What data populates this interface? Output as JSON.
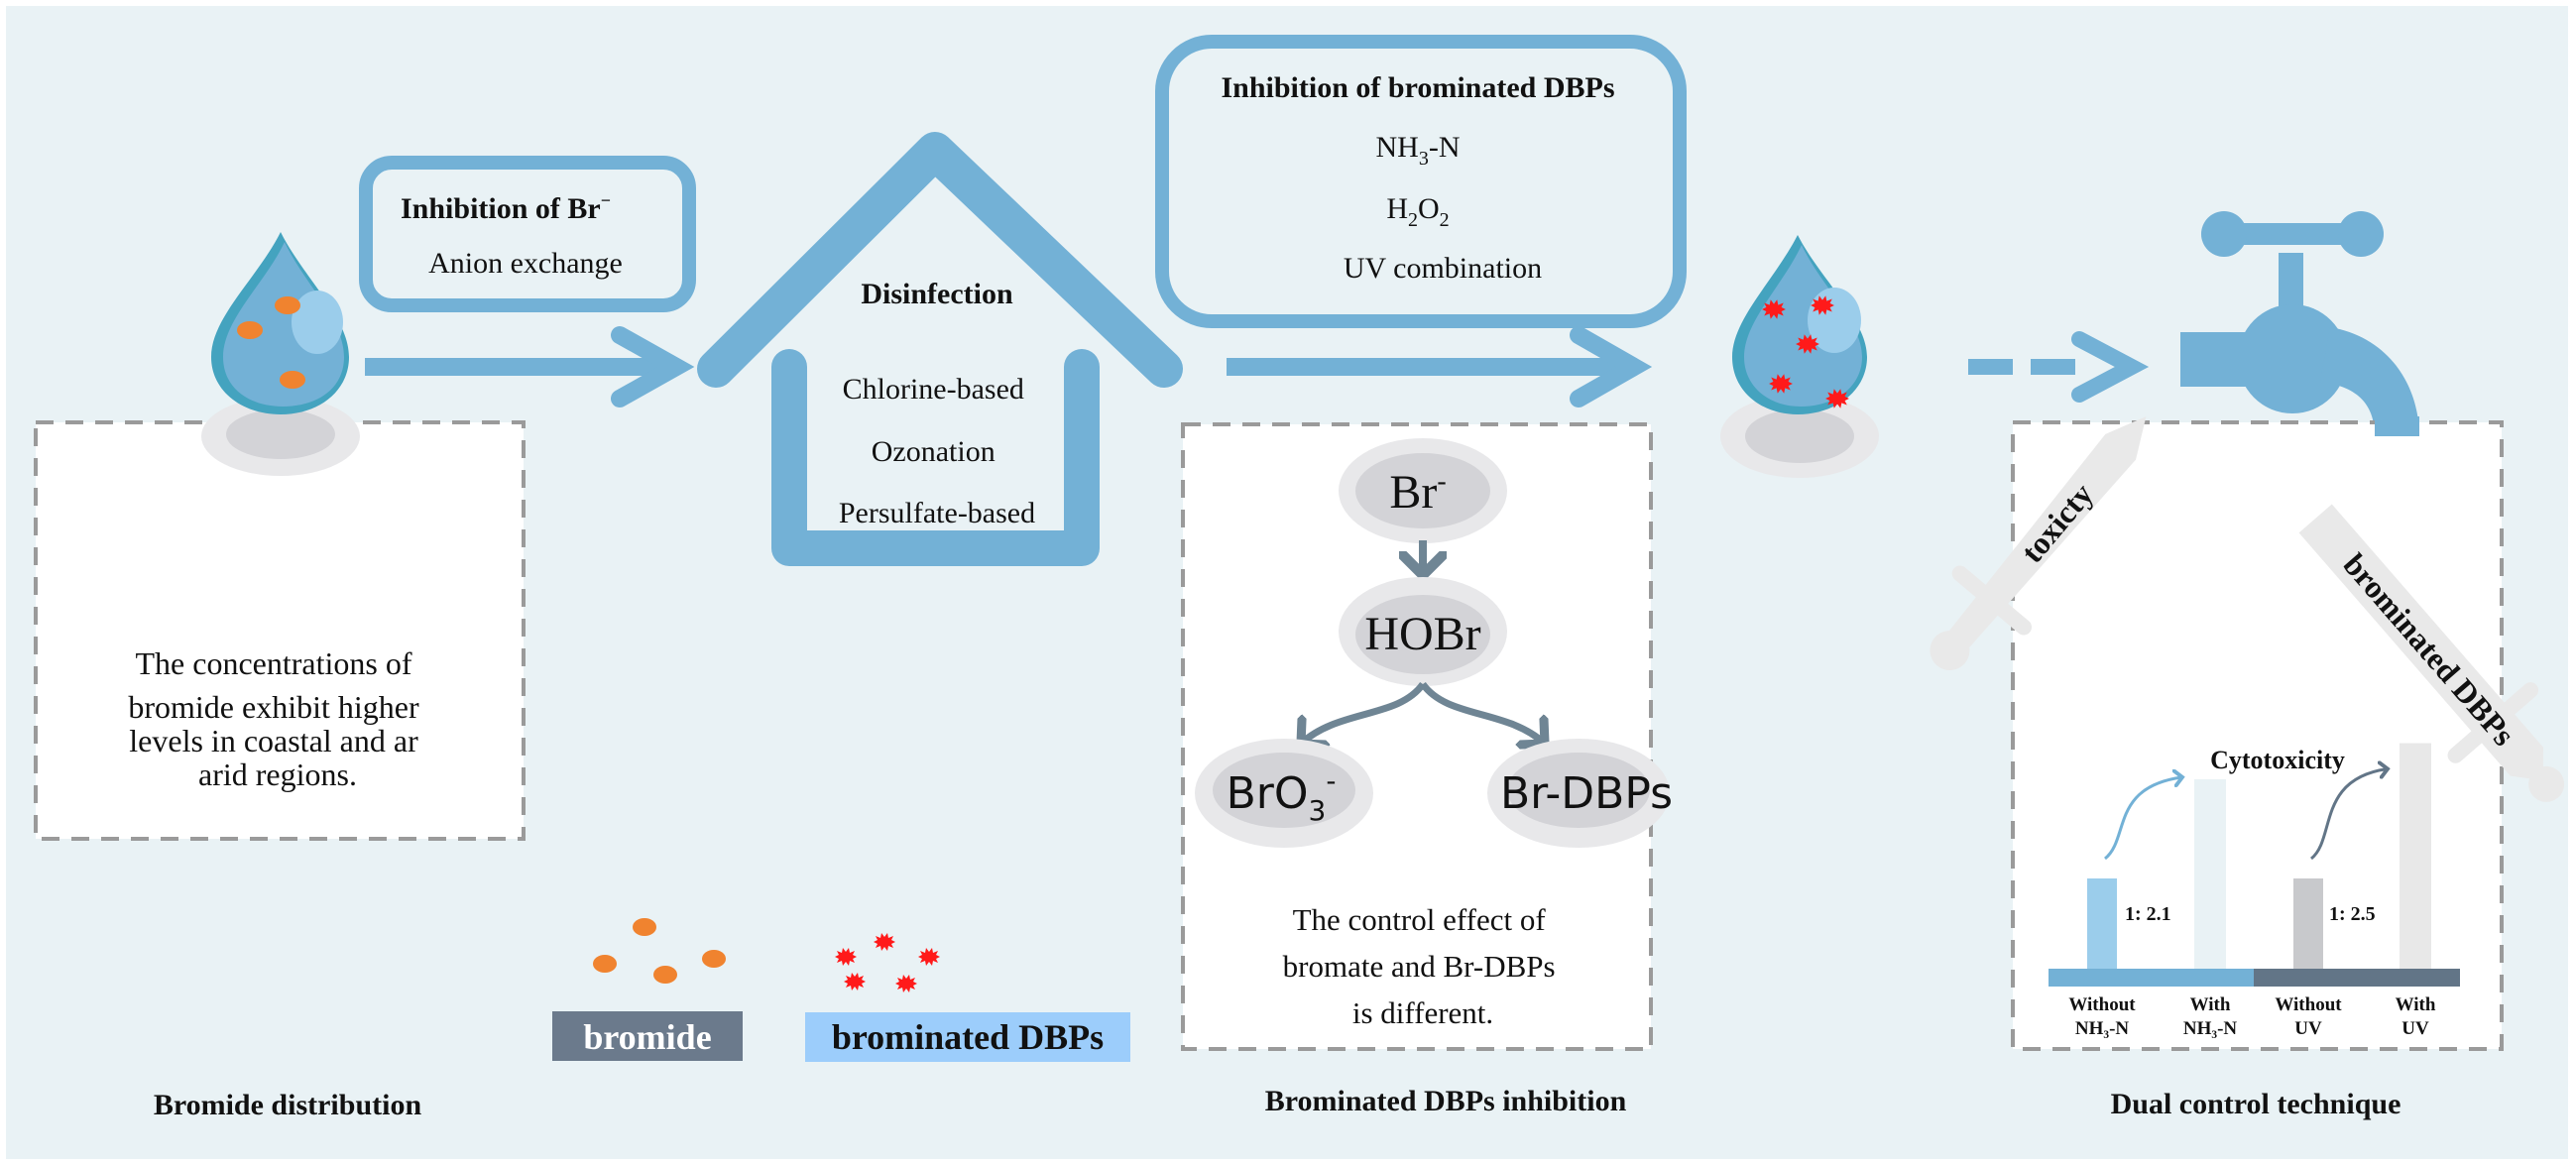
{
  "colors": {
    "background": "#e9f2f5",
    "accent_blue": "#73b1d6",
    "drop_dark": "#44a3bf",
    "drop_highlight": "#9bcdeb",
    "bromide_dot": "#f0832f",
    "dbp_mark": "#ff1a1a",
    "panel_border": "#9a9a9a",
    "chem_ellipse_outer": "#e8e8ea",
    "chem_ellipse_inner": "#d3d3d7",
    "chem_arrow": "#6f8594",
    "sword": "#e9e9e9",
    "bromide_label_bg": "#6b7a8c",
    "dbp_label_bg": "#9ccdfb"
  },
  "stage1": {
    "box_title": "Inhibition of Br",
    "box_title_sup": "−",
    "box_text": "Anion exchange",
    "panel_lines": [
      "The concentrations of",
      "bromide exhibit higher",
      "levels in coastal and ar",
      "arid regions."
    ],
    "caption": "Bromide distribution"
  },
  "stage2": {
    "title": "Disinfection",
    "methods": [
      "Chlorine-based",
      "Ozonation",
      "Persulfate-based"
    ]
  },
  "legend": {
    "bromide_label": "bromide",
    "dbp_label": "brominated DBPs"
  },
  "stage3": {
    "box_title": "Inhibition of brominated DBPs",
    "box_items": [
      {
        "main": "NH",
        "sub": "3",
        "rest": "-N"
      },
      {
        "main": "H",
        "sub": "2",
        "rest": "O",
        "sub2": "2"
      },
      {
        "main": "UV combination"
      }
    ],
    "chem": {
      "br": "Br",
      "br_sup": "-",
      "hobr": "HOBr",
      "bro3": "BrO",
      "bro3_sub": "3",
      "bro3_sup": "-",
      "brdbps": "Br-DBPs"
    },
    "panel_lines": [
      "The control effect of",
      "bromate and Br-DBPs",
      "is different."
    ],
    "caption": "Brominated DBPs  inhibition"
  },
  "stage4": {
    "sword_left": "toxicty",
    "sword_right": "brominated DBPs",
    "caption": "Dual control technique"
  },
  "chart_data": {
    "type": "bar",
    "title": "Cytotoxicity",
    "categories": [
      "Without NH3-N",
      "With NH3-N",
      "Without UV",
      "With UV"
    ],
    "category_lines": [
      [
        "Without",
        "NH₃-N"
      ],
      [
        "With",
        "NH₃-N"
      ],
      [
        "Without",
        "UV"
      ],
      [
        "With",
        "UV"
      ]
    ],
    "values": [
      1,
      2.1,
      1,
      2.5
    ],
    "ratio_labels": [
      "1:  2.1",
      "1:  2.5"
    ],
    "bar_colors": [
      "#9bcdeb",
      "#e9f2f5",
      "#c8c9cc",
      "#e8e8e8"
    ],
    "group_base_colors": [
      "#73b1d6",
      "#627587"
    ],
    "arrow_colors": [
      "#73b1d6",
      "#627587"
    ],
    "xlabel": "",
    "ylabel": "",
    "ylim": [
      0,
      2.6
    ],
    "grid": false,
    "legend": "none"
  }
}
